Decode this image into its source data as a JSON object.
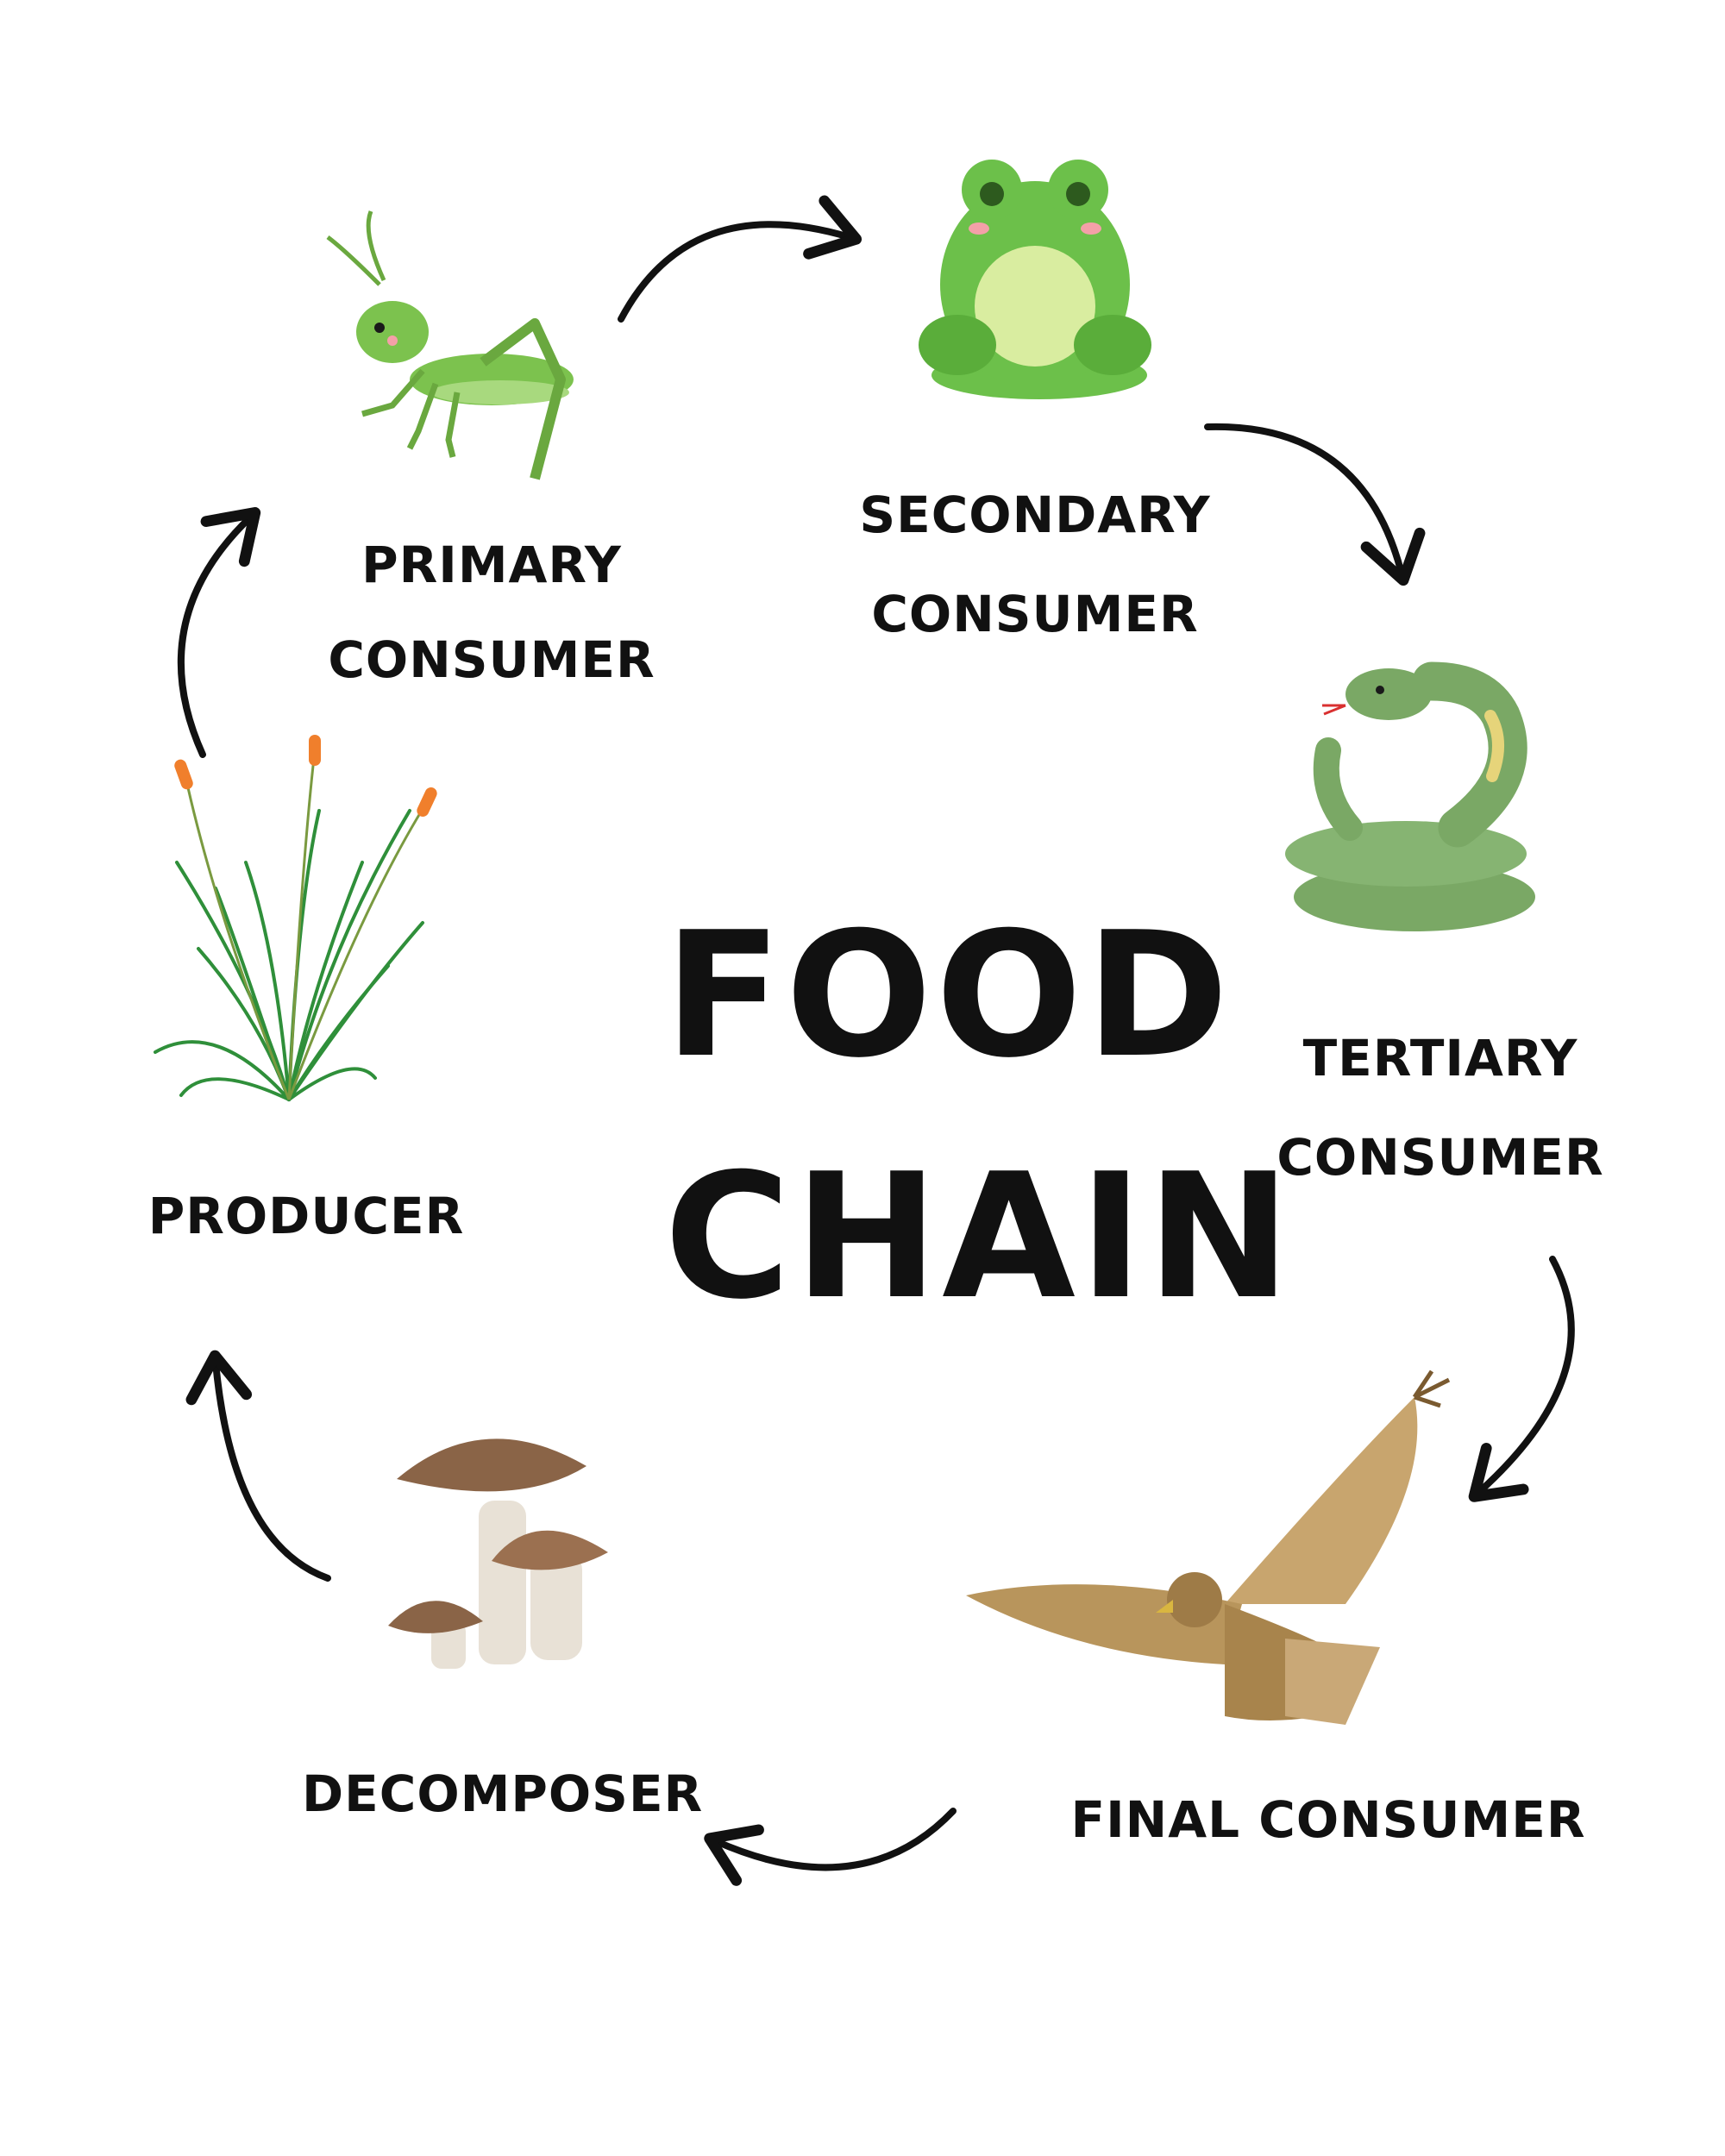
{
  "title": {
    "line1": "FOOD",
    "line2": "CHAIN"
  },
  "stages": {
    "primary": {
      "line1": "PRIMARY",
      "line2": "CONSUMER",
      "icon": "grasshopper-icon"
    },
    "secondary": {
      "line1": "SECONDARY",
      "line2": "CONSUMER",
      "icon": "frog-icon"
    },
    "tertiary": {
      "line1": "TERTIARY",
      "line2": "CONSUMER",
      "icon": "snake-icon"
    },
    "final": {
      "line1": "FINAL CONSUMER",
      "icon": "hawk-icon"
    },
    "decomposer": {
      "line1": "DECOMPOSER",
      "icon": "mushroom-icon"
    },
    "producer": {
      "line1": "PRODUCER",
      "icon": "grass-icon"
    }
  },
  "colors": {
    "text": "#111111",
    "arrow": "#111111",
    "grasshopper": "#7cc24e",
    "frog": "#6cc04a",
    "snake": "#7aa865",
    "hawk": "#b8955c",
    "mushroom_cap": "#8a6447",
    "grass": "#2f8f3a",
    "cattail_tip": "#f07f2c"
  }
}
